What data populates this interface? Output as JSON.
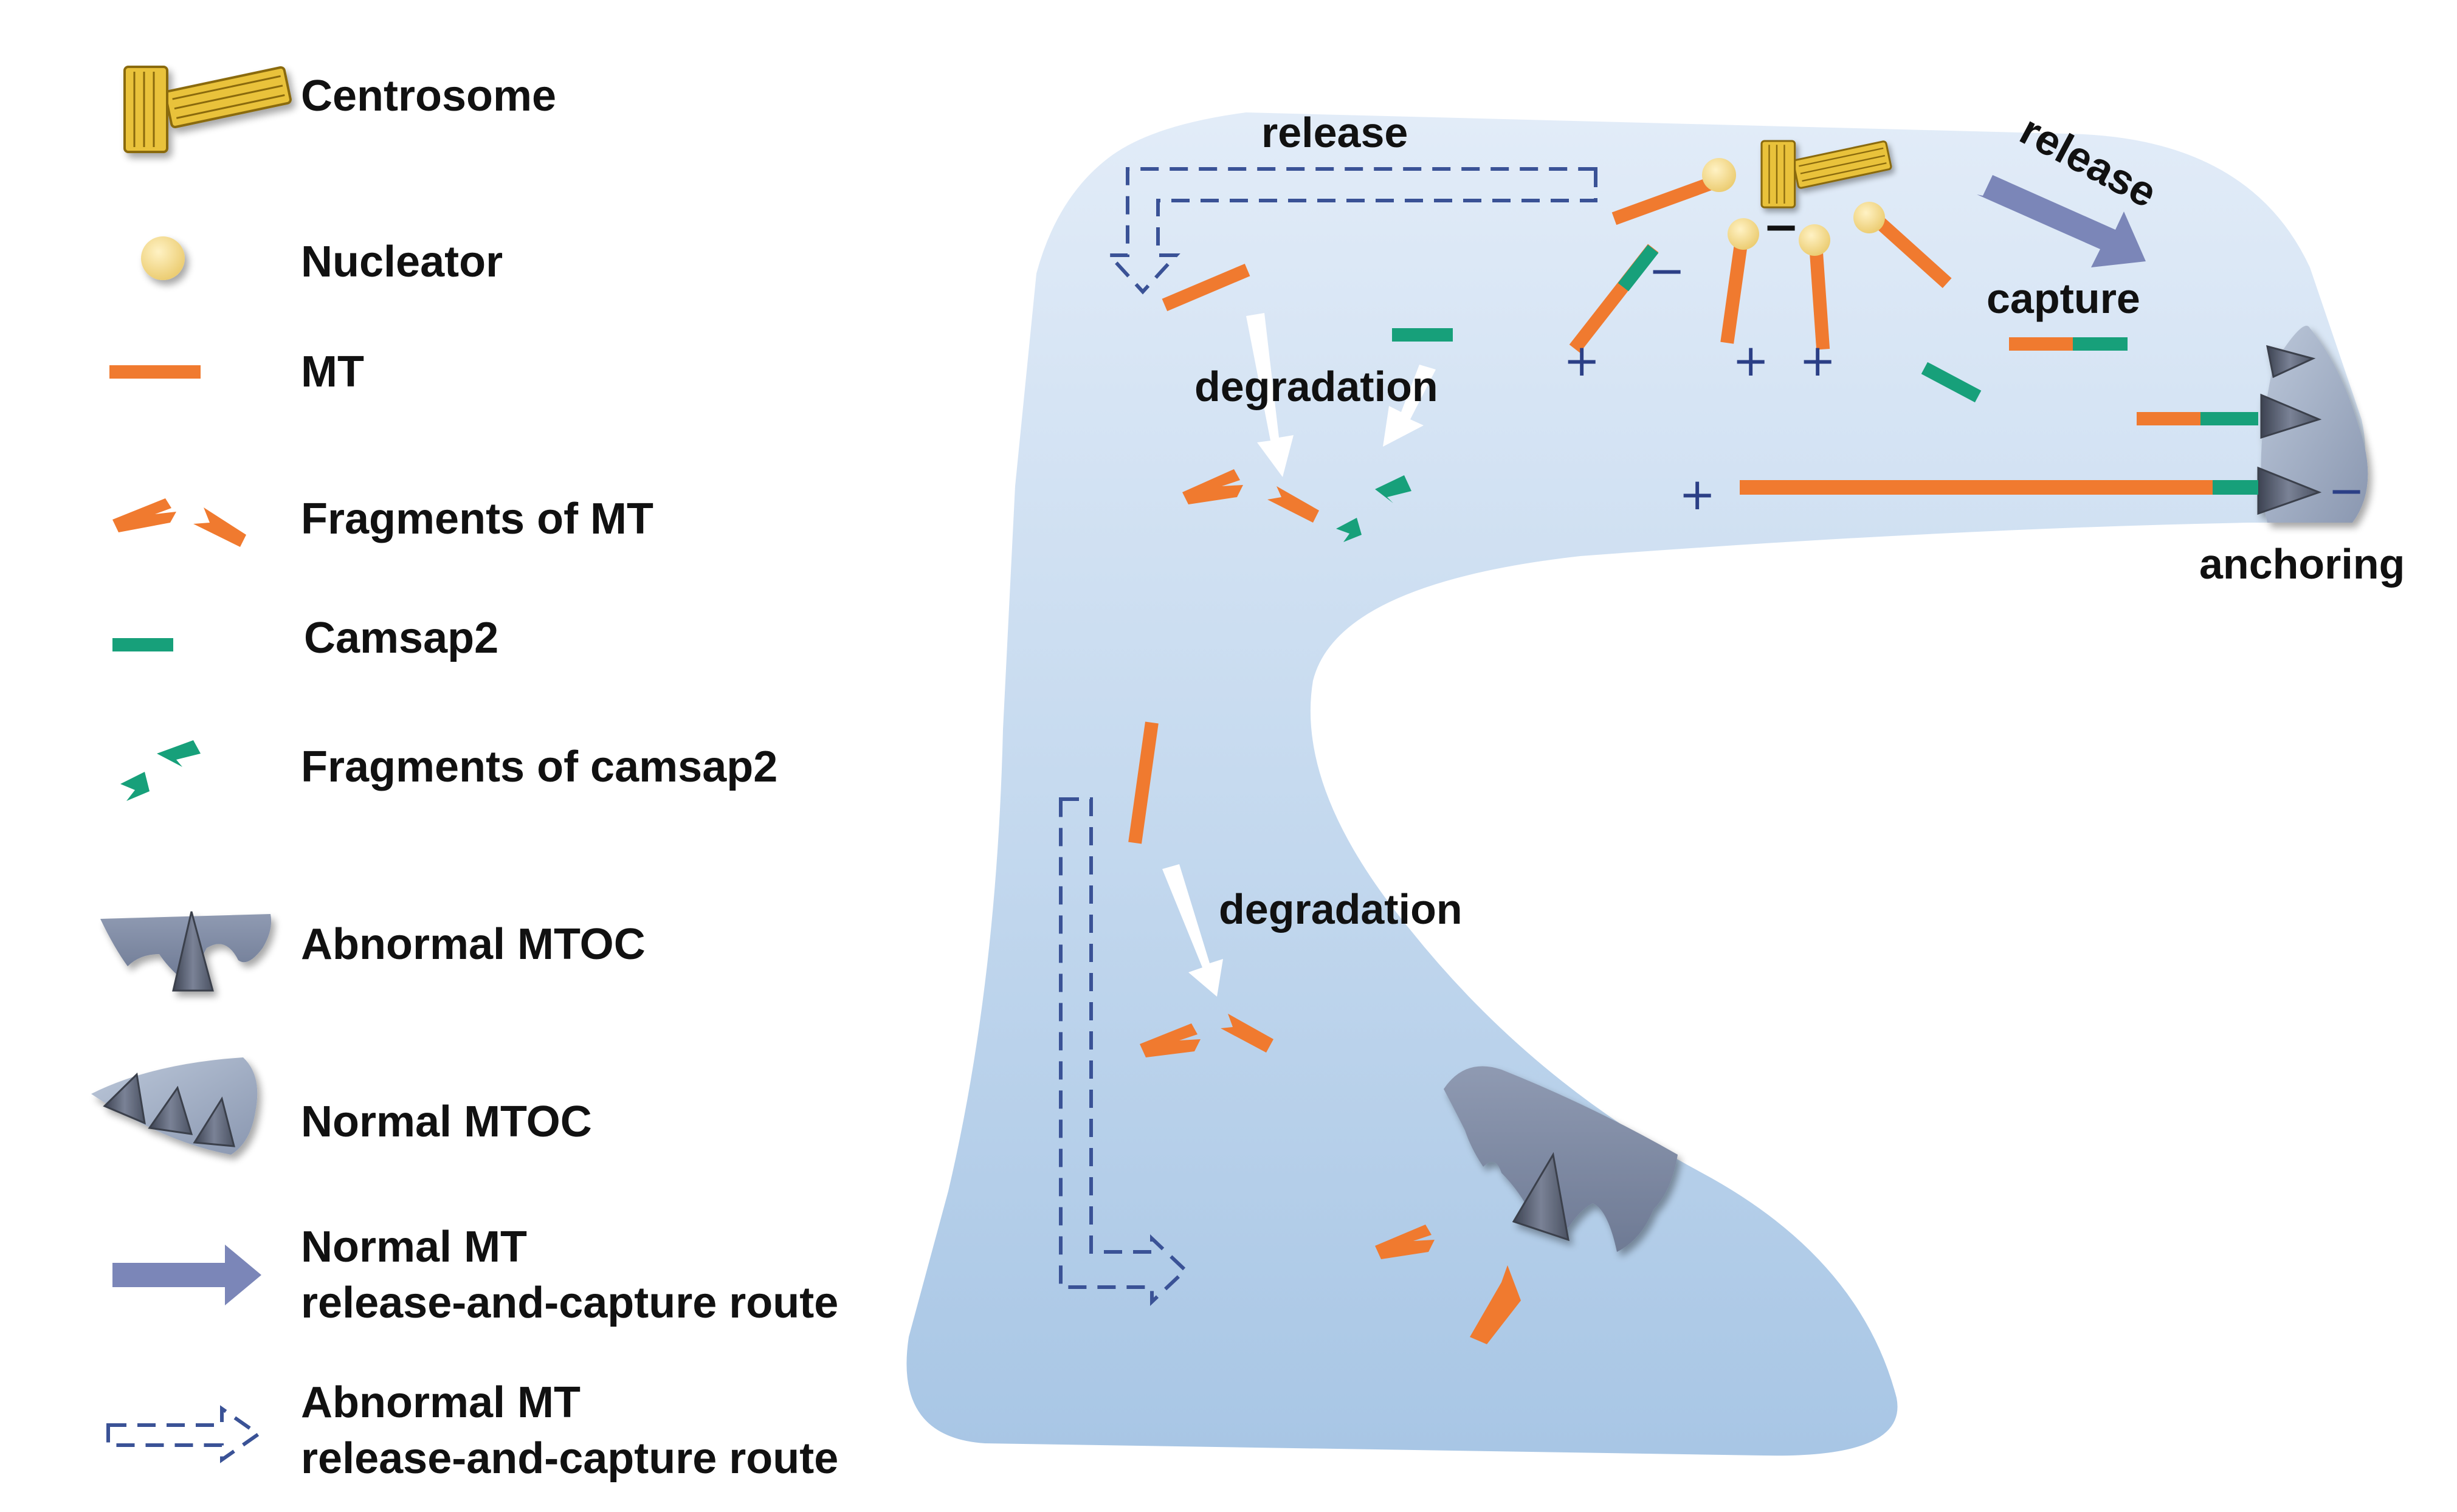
{
  "colors": {
    "mt": "#f07a2f",
    "camsap2": "#17a07a",
    "nucleator": "#f4d98a",
    "centrosome": "#e9c23a",
    "mtoc": "#7f8aa3",
    "cell_top": "#dfeaf7",
    "cell_bottom": "#a9c8e6",
    "normal_route": "#7b86b8",
    "abnormal_route": "#3a5296",
    "degradation_arrow": "#ffffff"
  },
  "legend": {
    "items": [
      {
        "icon": "centrosome-icon",
        "label": "Centrosome"
      },
      {
        "icon": "nucleator-icon",
        "label": "Nucleator"
      },
      {
        "icon": "mt-icon",
        "label": "MT"
      },
      {
        "icon": "mt-fragments-icon",
        "label": "Fragments of MT"
      },
      {
        "icon": "camsap2-icon",
        "label": "Camsap2"
      },
      {
        "icon": "camsap2-fragments-icon",
        "label": "Fragments of camsap2"
      },
      {
        "icon": "abnormal-mtoc-icon",
        "label": "Abnormal MTOC"
      },
      {
        "icon": "normal-mtoc-icon",
        "label": "Normal MTOC"
      },
      {
        "icon": "normal-route-arrow-icon",
        "label": "Normal MT",
        "label_line2": "release-and-capture route"
      },
      {
        "icon": "abnormal-route-arrow-icon",
        "label": "Abnormal MT",
        "label_line2": "release-and-capture route"
      }
    ]
  },
  "diagram": {
    "release_top_left": "release",
    "release_top_right": "release",
    "capture": "capture",
    "degradation_top": "degradation",
    "degradation_bottom": "degradation",
    "anchoring": "anchoring",
    "plus_sign": "+",
    "minus_sign": "−"
  }
}
